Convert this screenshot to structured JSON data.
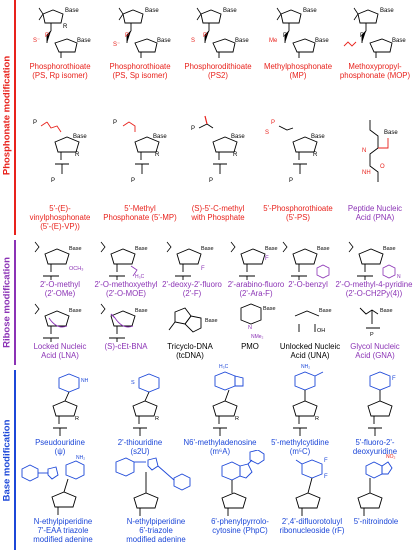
{
  "sections": [
    {
      "label": "Phosphonate modification",
      "color": "#e8221c",
      "items": [
        {
          "caption": [
            "Phosphorothioate",
            "(PS, Rp isomer)"
          ]
        },
        {
          "caption": [
            "Phosphorothioate",
            "(PS, Sp isomer)"
          ]
        },
        {
          "caption": [
            "Phosphorodithioate",
            "(PS2)"
          ]
        },
        {
          "caption": [
            "Methylphosphonate",
            "(MP)"
          ]
        },
        {
          "caption": [
            "Methoxypropyl-",
            "phosphonate (MOP)"
          ]
        },
        {
          "caption": [
            "5'-(E)-vinylphosphonate",
            "(5'-(E)-VP))"
          ]
        },
        {
          "caption": [
            "5'-Methyl",
            "Phosphonate (5'-MP)"
          ]
        },
        {
          "caption": [
            "(S)-5'-C-methyl",
            "with Phosphate"
          ]
        },
        {
          "caption": [
            "5'-Phosphorothioate",
            "(5'-PS)"
          ]
        },
        {
          "caption": [
            "Peptide Nucleic",
            "Acid (PNA)"
          ]
        }
      ]
    },
    {
      "label": "Ribose modification",
      "color": "#8b33b5",
      "items": [
        {
          "caption": [
            "2'-O-methyl",
            "(2'-OMe)"
          ]
        },
        {
          "caption": [
            "2'-O-methoxyethyl",
            "(2'-O-MOE)"
          ]
        },
        {
          "caption": [
            "2'-deoxy-2'-fluoro",
            "(2'-F)"
          ]
        },
        {
          "caption": [
            "2'-arabino-fluoro",
            "(2'-Ara-F)"
          ]
        },
        {
          "caption": [
            "2'-O-benzyl"
          ]
        },
        {
          "caption": [
            "2'-O-methyl-4-pyridine",
            "(2'-O-CH2Py(4))"
          ]
        },
        {
          "caption": [
            "Locked Nucleic",
            "Acid (LNA)"
          ]
        },
        {
          "caption": [
            "(S)-cEt-BNA"
          ]
        },
        {
          "caption": [
            "Tricyclo-DNA",
            "(tcDNA)"
          ]
        },
        {
          "caption": [
            "PMO"
          ]
        },
        {
          "caption": [
            "Unlocked Nucleic",
            "Acid (UNA)"
          ]
        },
        {
          "caption": [
            "Glycol Nucleic",
            "Acid (GNA)"
          ]
        }
      ]
    },
    {
      "label": "Base modification",
      "color": "#1c47d8",
      "items": [
        {
          "caption": [
            "Pseudouridine",
            "(ψ)"
          ]
        },
        {
          "caption": [
            "2'-thiouridine",
            "(s2U)"
          ]
        },
        {
          "caption": [
            "N6'-methyladenosine",
            "(m⁶A)"
          ]
        },
        {
          "caption": [
            "5'-methylcytidine",
            "(m⁵C)"
          ]
        },
        {
          "caption": [
            "5'-fluoro-2'-",
            "deoxyuridine"
          ]
        },
        {
          "caption": [
            "N-ethylpiperidine",
            "7'-EAA triazole",
            "modified adenine"
          ]
        },
        {
          "caption": [
            "N-ethylpiperidine",
            "6'-triazole",
            "modified adenine"
          ]
        },
        {
          "caption": [
            "6'-phenylpyrrolo-",
            "cytosine (PhpC)"
          ]
        },
        {
          "caption": [
            "2',4'-difluorotoluyl",
            "ribonucleoside (rF)"
          ]
        },
        {
          "caption": [
            "5'-nitroindole"
          ]
        }
      ]
    }
  ],
  "structure_labels": {
    "base": "Base",
    "r": "R",
    "o": "O",
    "p": "P",
    "s_minus": "S⁻",
    "o_minus": "O⁻",
    "me": "Me",
    "och3": "OCH₃",
    "f": "F",
    "oh": "OH",
    "n": "N",
    "nme2": "NMe₂",
    "h3c": "H₃C",
    "no2": "NO₂",
    "nh2": "NH₂",
    "s": "S",
    "nh": "NH"
  }
}
